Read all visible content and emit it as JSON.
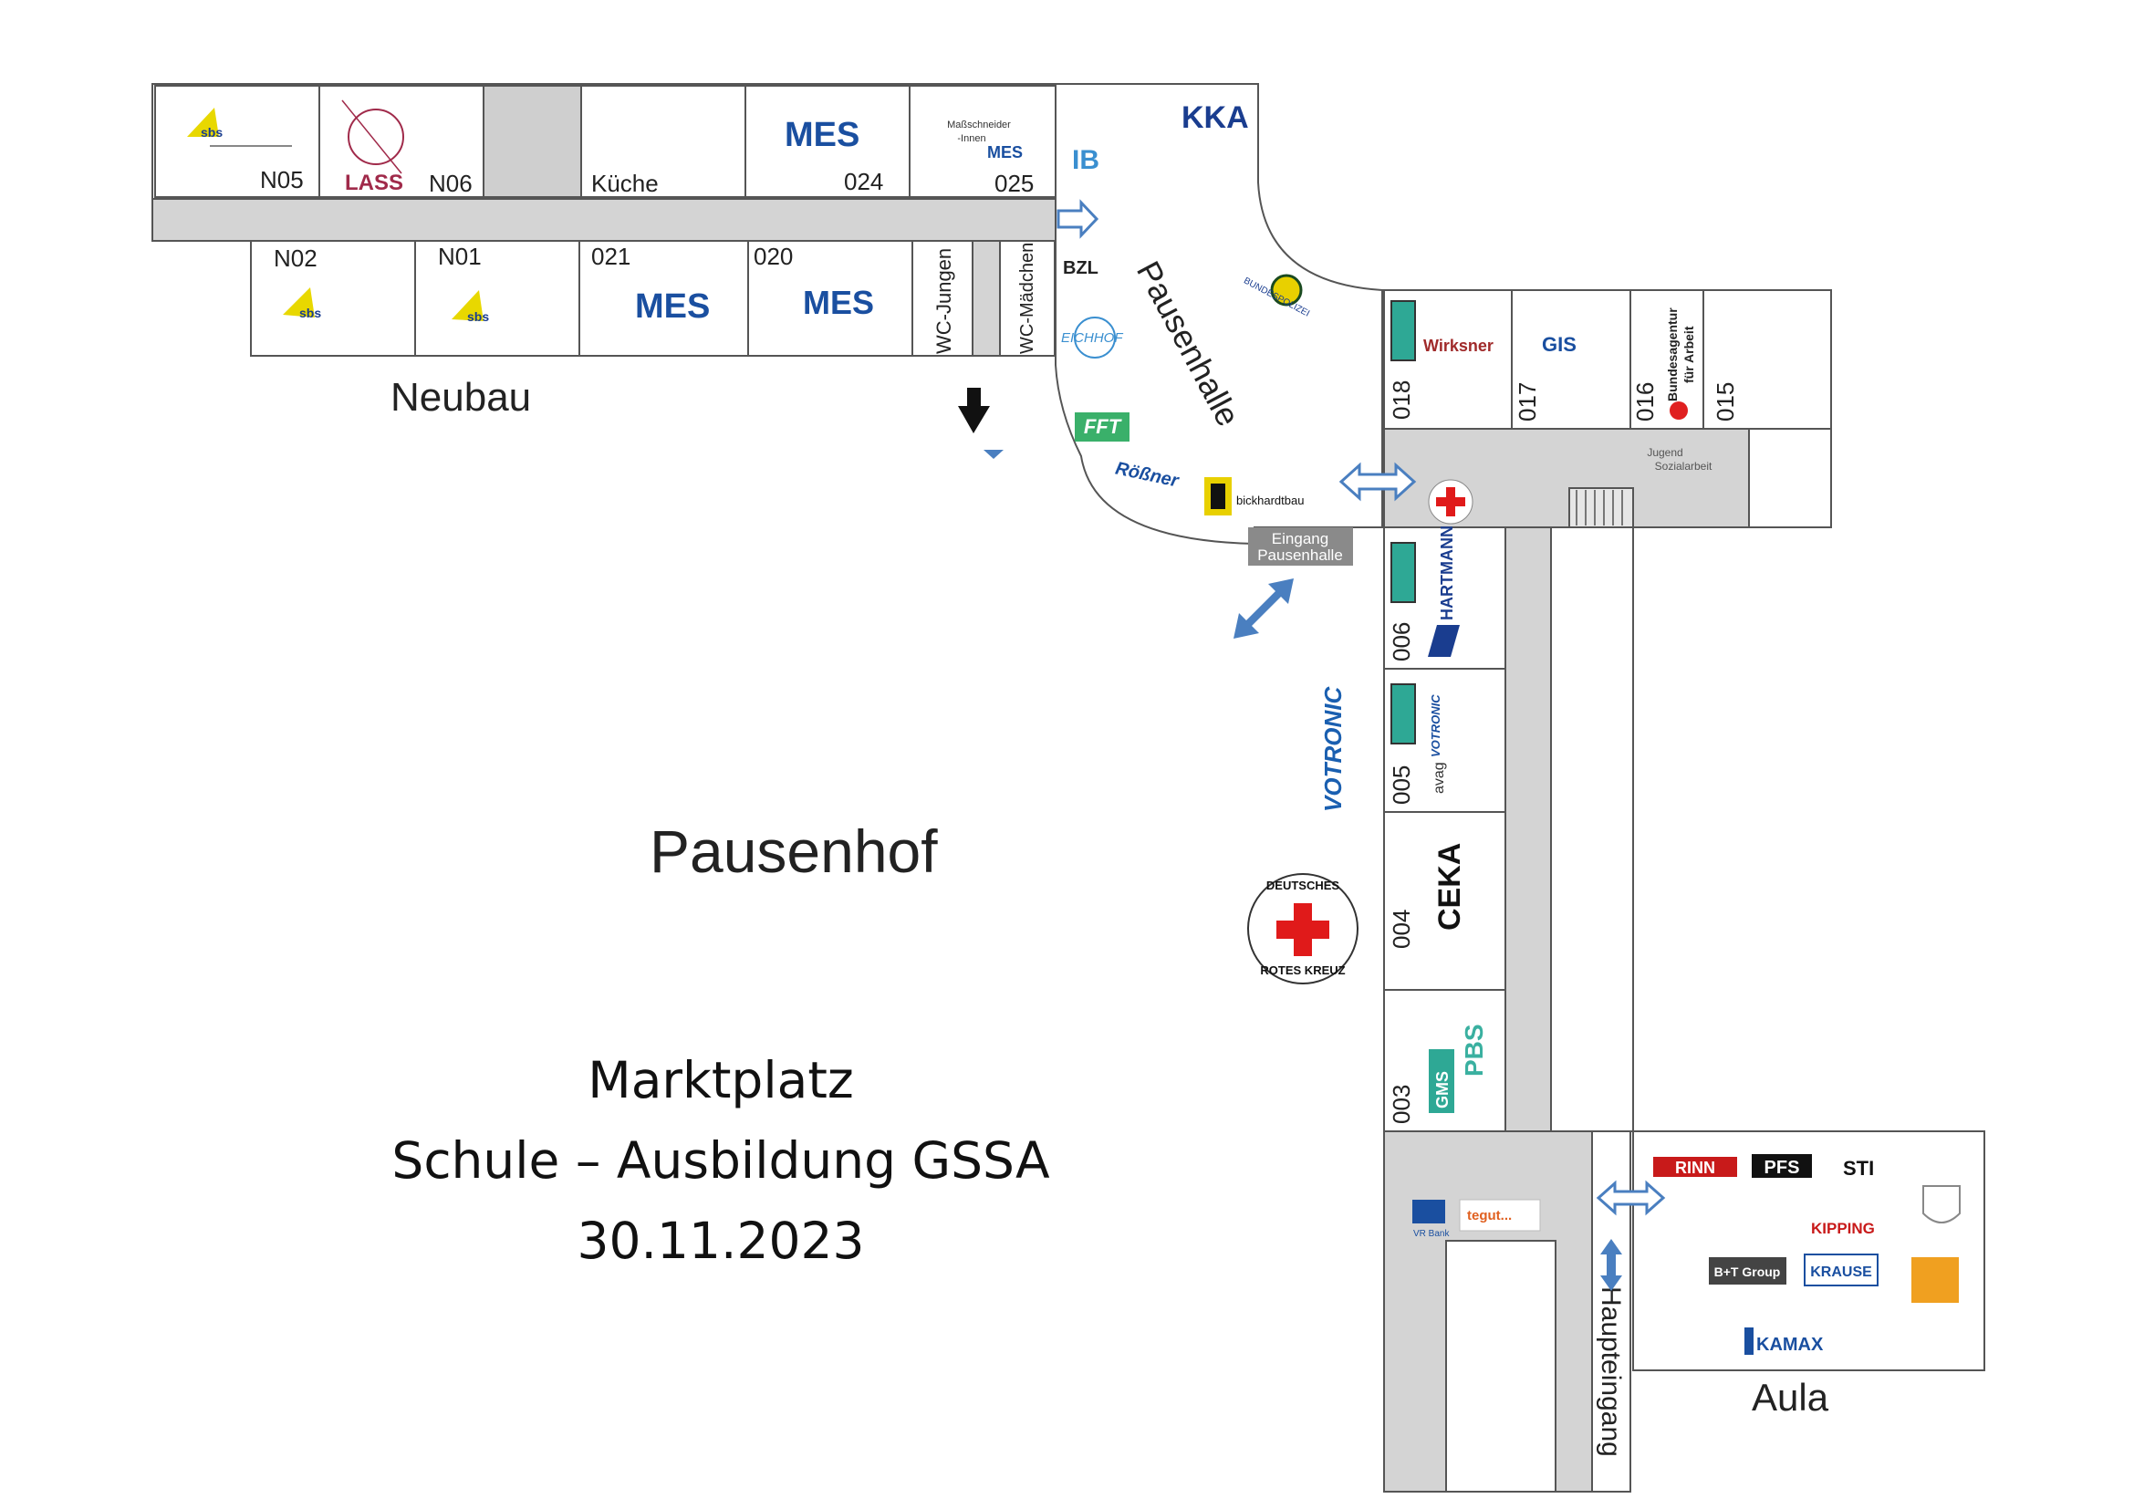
{
  "map": {
    "areas": {
      "neubau": "Neubau",
      "pausenhof": "Pausenhof",
      "pausenhalle": "Pausenhalle",
      "aula": "Aula",
      "haupteingang": "Haupteingang",
      "eingang_pausenhalle_1": "Eingang",
      "eingang_pausenhalle_2": "Pausenhalle",
      "jugend_sozialarbeit_1": "Jugend",
      "jugend_sozialarbeit_2": "Sozialarbeit"
    },
    "rooms": {
      "n05": "N05",
      "n06": "N06",
      "kueche": "Küche",
      "r024": "024",
      "r025": "025",
      "n02": "N02",
      "n01": "N01",
      "r021": "021",
      "r020": "020",
      "wc_jungen": "WC-Jungen",
      "wc_maedchen": "WC-Mädchen",
      "r018": "018",
      "r017": "017",
      "r016": "016",
      "r015": "015",
      "r006": "006",
      "r005": "005",
      "r004": "004",
      "r003": "003"
    },
    "exhibitors": {
      "sbs": "sbs",
      "lass": "LASS",
      "mes": "MES",
      "massschneider_1": "Maßschneider",
      "massschneider_2": "-Innen",
      "kka": "KKA",
      "ib": "IB",
      "bzl": "BZL",
      "eichhof": "EICHHOF",
      "bundespolizei": "BUNDESPOLIZEI",
      "fft": "FFT",
      "roessner": "Rößner",
      "bickhardt": "bickhardtbau",
      "wirksner": "Wirksner",
      "gis": "GIS",
      "agentur_1": "Bundesagentur",
      "agentur_2": "für Arbeit",
      "hartmann": "HARTMANN",
      "votronic": "VOTRONIC",
      "avag": "avag",
      "drk_1": "DEUTSCHES",
      "drk_2": "ROTES KREUZ",
      "ceka": "CEKA",
      "gms": "GMS",
      "pbs": "PBS",
      "vrbank": "VR Bank",
      "tegut": "tegut...",
      "rinn": "RINN",
      "pfs": "PFS",
      "sti": "STI",
      "kipping": "KIPPING",
      "bt_group": "B+T Group",
      "krause": "KRAUSE",
      "kamax": "KAMAX"
    }
  },
  "title": {
    "line1": "Marktplatz",
    "line2": "Schule – Ausbildung GSSA",
    "line3": "30.11.2023"
  }
}
